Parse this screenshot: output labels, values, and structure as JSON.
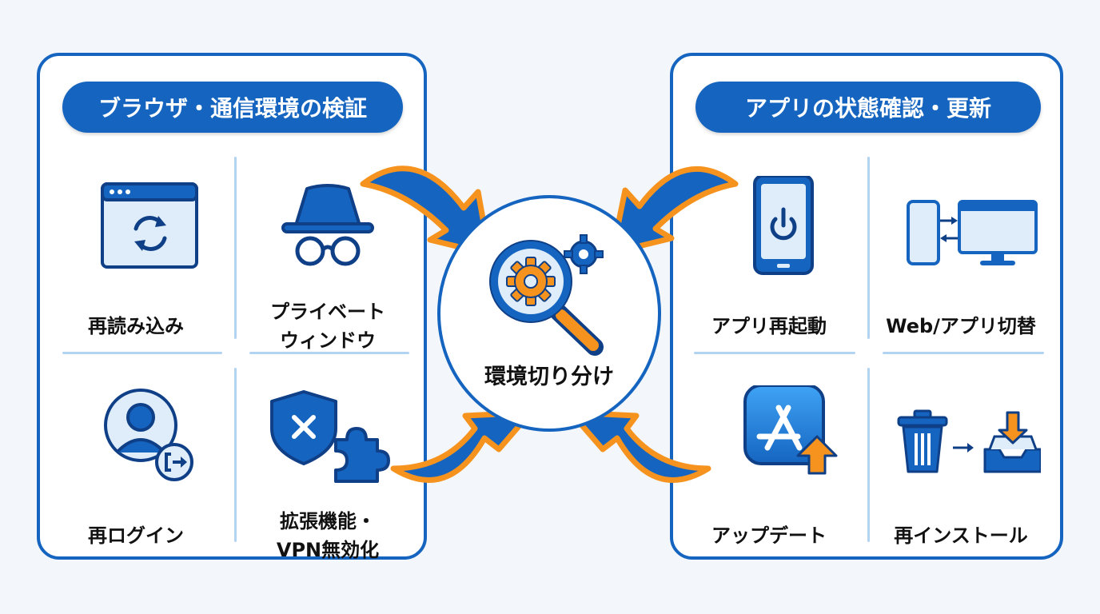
{
  "center": {
    "label": "環境切り分け",
    "icon": "magnifier-gear-icon"
  },
  "left_panel": {
    "title": "ブラウザ・通信環境の検証",
    "items": [
      {
        "label": "再読み込み",
        "icon": "browser-reload-icon"
      },
      {
        "label": "プライベート\nウィンドウ",
        "icon": "incognito-icon"
      },
      {
        "label": "再ログイン",
        "icon": "user-logout-icon"
      },
      {
        "label": "拡張機能・\nVPN無効化",
        "icon": "shield-puzzle-icon"
      }
    ]
  },
  "right_panel": {
    "title": "アプリの状態確認・更新",
    "items": [
      {
        "label": "アプリ再起動",
        "icon": "phone-power-icon"
      },
      {
        "label": "Web/アプリ切替",
        "icon": "phone-monitor-switch-icon"
      },
      {
        "label": "アップデート",
        "icon": "app-store-update-icon"
      },
      {
        "label": "再インストール",
        "icon": "trash-reinstall-icon"
      }
    ]
  },
  "colors": {
    "primary": "#1565c0",
    "accent": "#f5931e",
    "divider": "#b3d4f0",
    "icon_fill": "#deedf9",
    "background": "#f3f6fa"
  }
}
